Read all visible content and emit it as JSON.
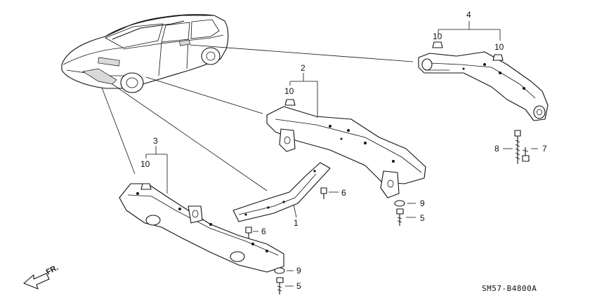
{
  "diagram_code": "SM57-B4800A",
  "front_indicator": "FR.",
  "callouts": {
    "c1": "1",
    "c2": "2",
    "c3": "3",
    "c4": "4",
    "c5a": "5",
    "c5b": "5",
    "c6a": "6",
    "c6b": "6",
    "c7": "7",
    "c8": "8",
    "c9a": "9",
    "c9b": "9",
    "c10a": "10",
    "c10b": "10",
    "c10c": "10",
    "c10d": "10"
  }
}
